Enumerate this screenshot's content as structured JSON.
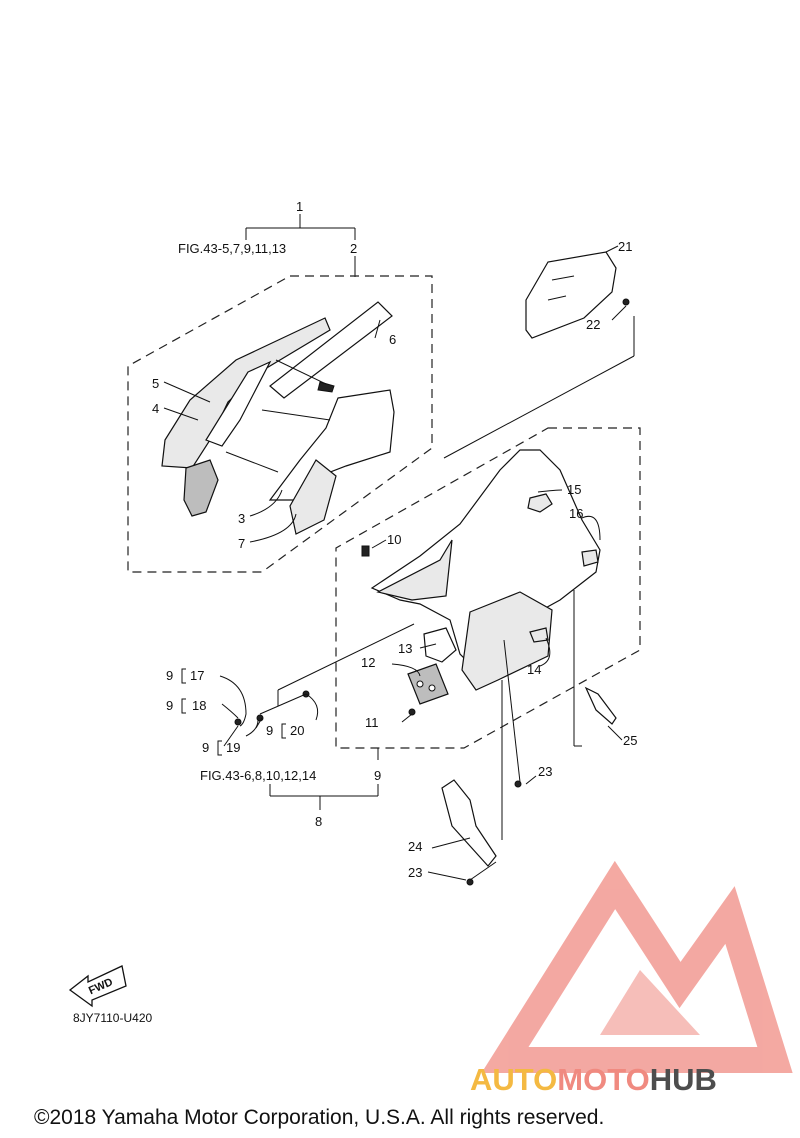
{
  "callouts": {
    "c1": "1",
    "c2": "2",
    "c3": "3",
    "c4": "4",
    "c5": "5",
    "c6": "6",
    "c7": "7",
    "c8": "8",
    "c9": "9",
    "c10": "10",
    "c11": "11",
    "c12": "12",
    "c13": "13",
    "c14": "14",
    "c15": "15",
    "c16": "16",
    "c21": "21",
    "c22": "22",
    "c23a": "23",
    "c23b": "23",
    "c24": "24",
    "c25": "25"
  },
  "sub_refs": {
    "prefix": "9",
    "r17": "17",
    "r18": "18",
    "r19": "19",
    "r20": "20"
  },
  "fig_refs": {
    "upper": "FIG.43-5,7,9,11,13",
    "lower": "FIG.43-6,8,10,12,14"
  },
  "fwd_label": "FWD",
  "diagram_code": "8JY7110-U420",
  "copyright": "©2018 Yamaha Motor Corporation, U.S.A. All rights reserved.",
  "watermark": {
    "part1": "AUTO",
    "part2": "MOTO",
    "part3": "HUB",
    "colors": {
      "auto": "#f4b942",
      "moto": "#f08a80",
      "hub": "#4d4d4d",
      "mark": "#f29a92"
    }
  }
}
